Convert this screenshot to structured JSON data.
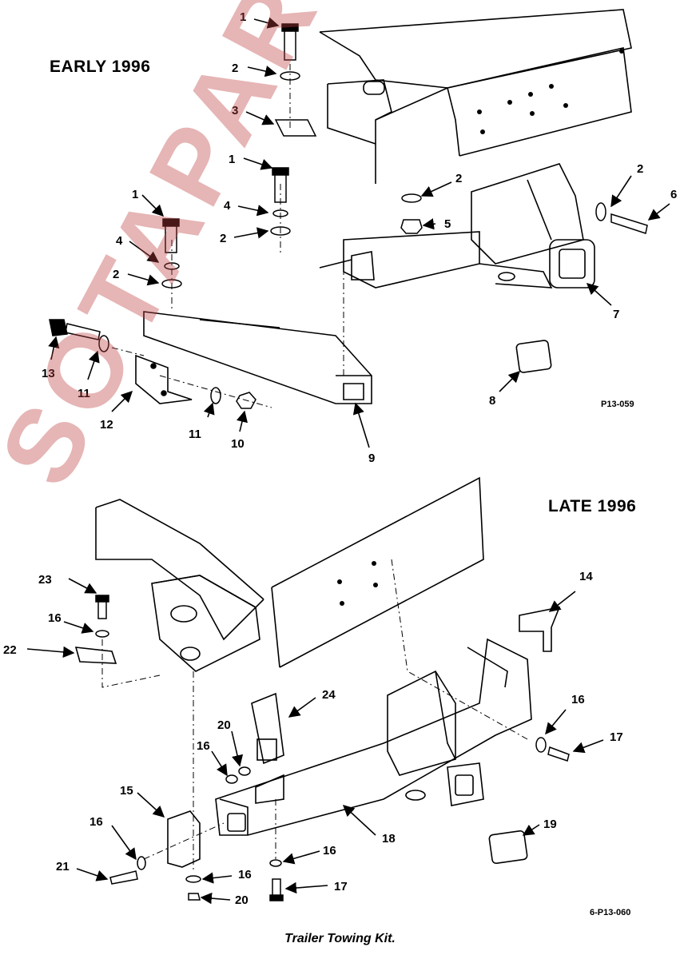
{
  "headings": {
    "early": "EARLY 1996",
    "late": "LATE 1996"
  },
  "reference_codes": {
    "early": "P13-059",
    "late": "6-P13-060"
  },
  "caption": "Trailer Towing Kit.",
  "watermark": "SOTAPARTS.COM",
  "callouts": {
    "early": [
      "1",
      "2",
      "3",
      "1",
      "4",
      "2",
      "5",
      "2",
      "6",
      "7",
      "1",
      "4",
      "2",
      "13",
      "11",
      "12",
      "11",
      "10",
      "9",
      "8"
    ],
    "late": [
      "14",
      "23",
      "16",
      "22",
      "24",
      "16",
      "17",
      "20",
      "16",
      "15",
      "18",
      "16",
      "19",
      "21",
      "16",
      "16",
      "17",
      "20"
    ]
  }
}
